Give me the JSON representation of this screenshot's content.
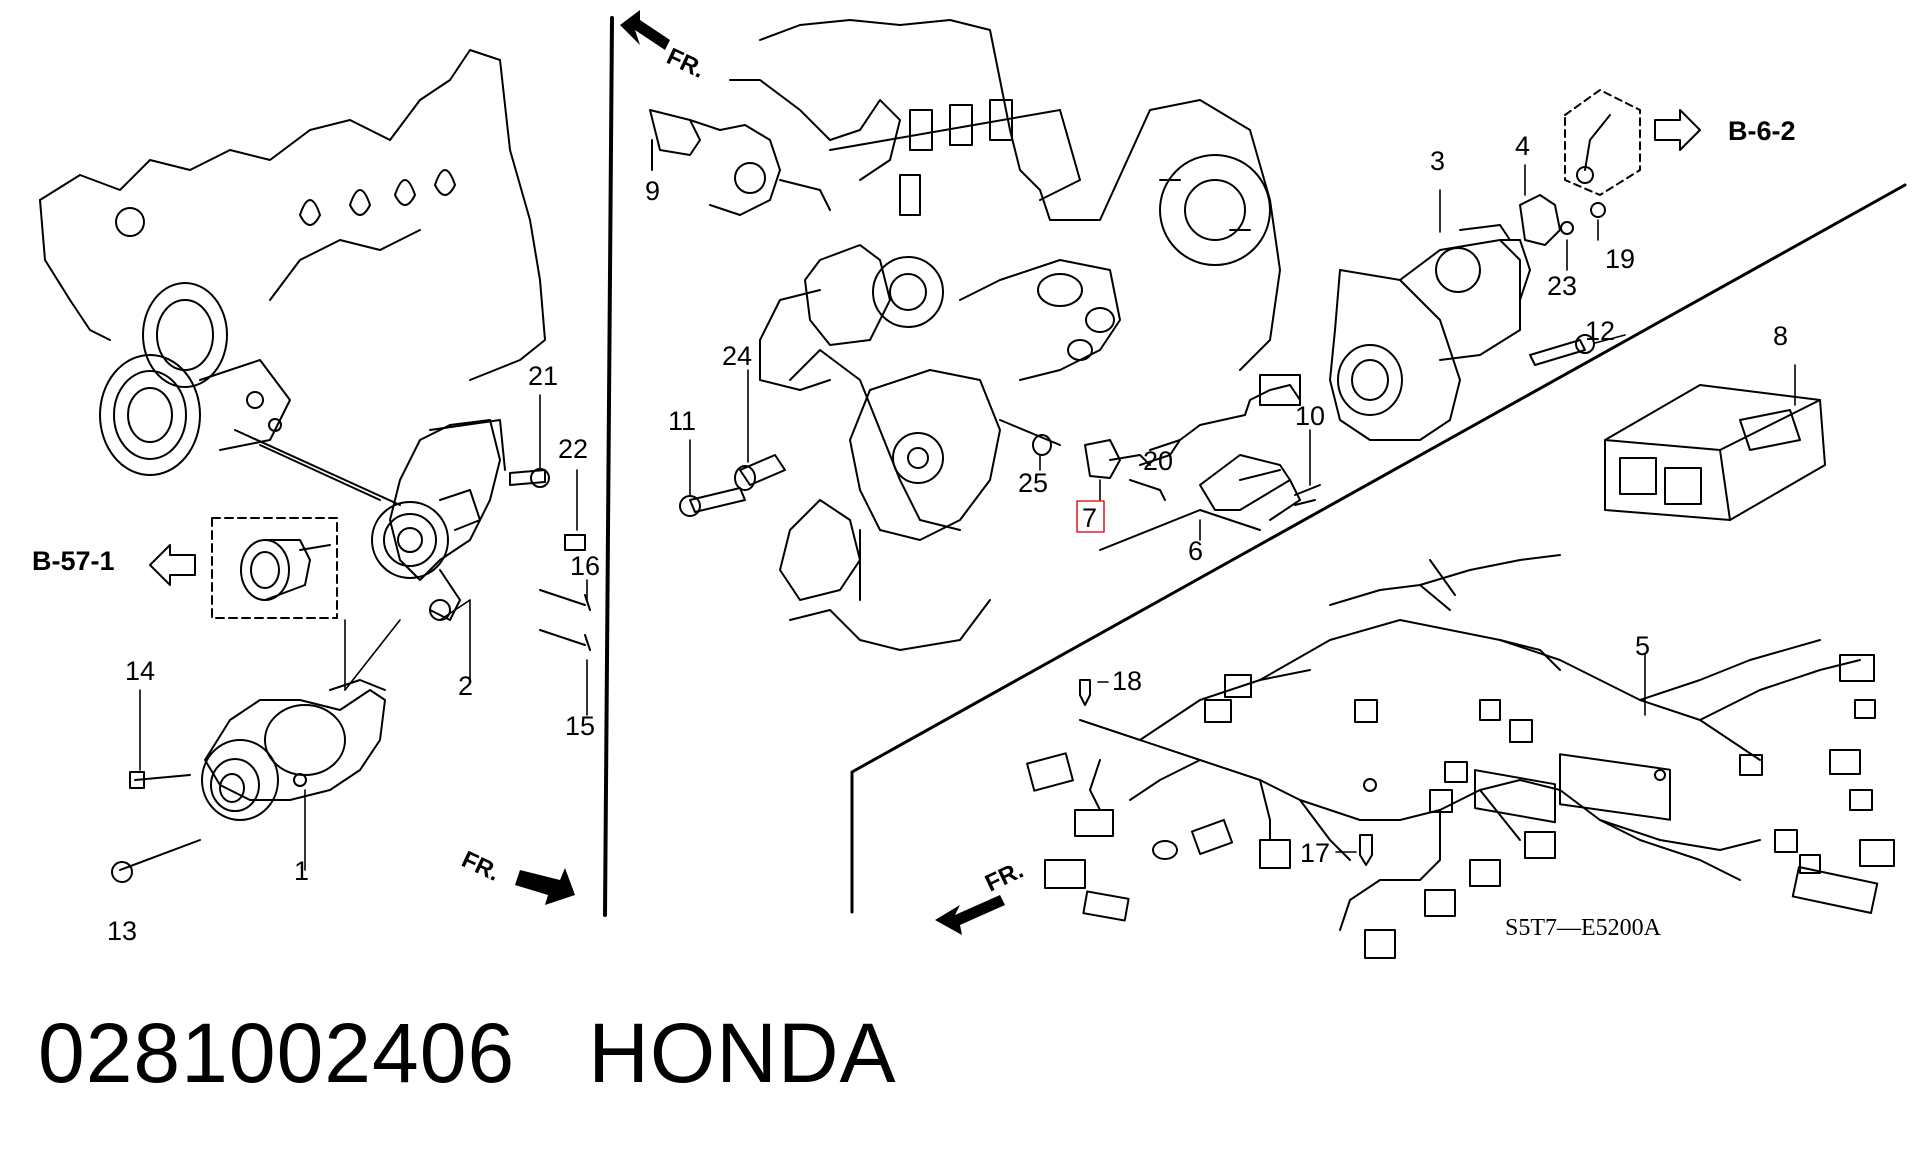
{
  "diagram": {
    "callouts": {
      "c1": "1",
      "c2": "2",
      "c3": "3",
      "c4": "4",
      "c5": "5",
      "c6": "6",
      "c7": "7",
      "c8": "8",
      "c9": "9",
      "c10": "10",
      "c11": "11",
      "c12": "12",
      "c13": "13",
      "c14": "14",
      "c15": "15",
      "c16": "16",
      "c17": "17",
      "c18": "18",
      "c19": "19",
      "c20": "20",
      "c21": "21",
      "c22": "22",
      "c23": "23",
      "c24": "24",
      "c25": "25"
    },
    "highlighted_part": "7",
    "references": {
      "left": "B-57-1",
      "right": "B-6-2"
    },
    "front_label": "FR.",
    "diagram_code": "S5T7—E5200A"
  },
  "footer": {
    "part_number": "0281002406",
    "brand": "HONDA"
  },
  "colors": {
    "line": "#000000",
    "highlight": "#e0242b",
    "background": "#ffffff"
  }
}
